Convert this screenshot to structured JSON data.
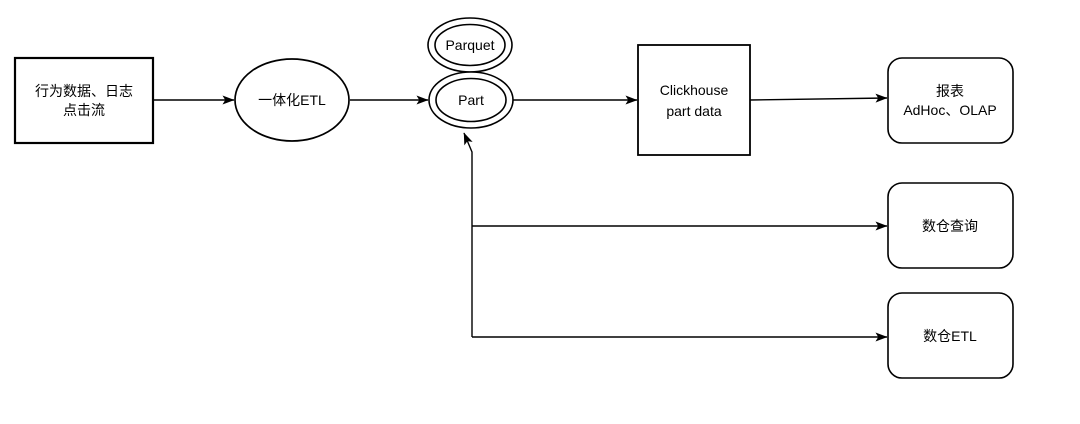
{
  "diagram": {
    "type": "flowchart",
    "colors": {
      "background": "#ffffff",
      "stroke": "#000000",
      "text": "#000000",
      "shape_fill": "#ffffff"
    },
    "nodes": {
      "source": {
        "shape": "rectangle",
        "line1": "行为数据、日志",
        "line2": "点击流"
      },
      "etl": {
        "shape": "ellipse",
        "label": "一体化ETL"
      },
      "parquet": {
        "shape": "double-ellipse",
        "label": "Parquet"
      },
      "part": {
        "shape": "double-ellipse",
        "label": "Part"
      },
      "clickhouse": {
        "shape": "rectangle",
        "line1": "Clickhouse",
        "line2": "part data"
      },
      "report": {
        "shape": "rounded-rectangle",
        "line1": "报表",
        "line2": "AdHoc、OLAP"
      },
      "dw_query": {
        "shape": "rounded-rectangle",
        "label": "数仓查询"
      },
      "dw_etl": {
        "shape": "rounded-rectangle",
        "label": "数仓ETL"
      }
    },
    "edges": [
      {
        "from": "source",
        "to": "etl",
        "arrow": "end"
      },
      {
        "from": "etl",
        "to": "part",
        "arrow": "end"
      },
      {
        "from": "part",
        "to": "clickhouse",
        "arrow": "end"
      },
      {
        "from": "clickhouse",
        "to": "report",
        "arrow": "end"
      },
      {
        "from": "junction",
        "to": "part",
        "arrow": "end",
        "direction": "up"
      },
      {
        "from": "junction",
        "to": "dw_query",
        "arrow": "end"
      },
      {
        "from": "junction",
        "to": "dw_etl",
        "arrow": "end"
      }
    ]
  }
}
